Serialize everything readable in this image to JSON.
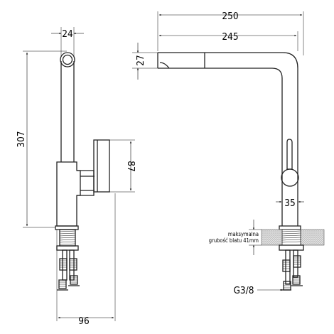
{
  "dimensions": {
    "spout_width": "24",
    "overall_height": "307",
    "handle_height": "87",
    "base_width": "96",
    "total_reach": "250",
    "spout_reach": "245",
    "spout_tip_height": "27",
    "body_diameter": "35",
    "connector_thread": "G3/8"
  },
  "note": {
    "line1": "maksymalna",
    "line2": "grubość blatu 41mm"
  },
  "colors": {
    "line": "#222222",
    "countertop_hatch": "#9a9a9a",
    "background": "#ffffff"
  }
}
